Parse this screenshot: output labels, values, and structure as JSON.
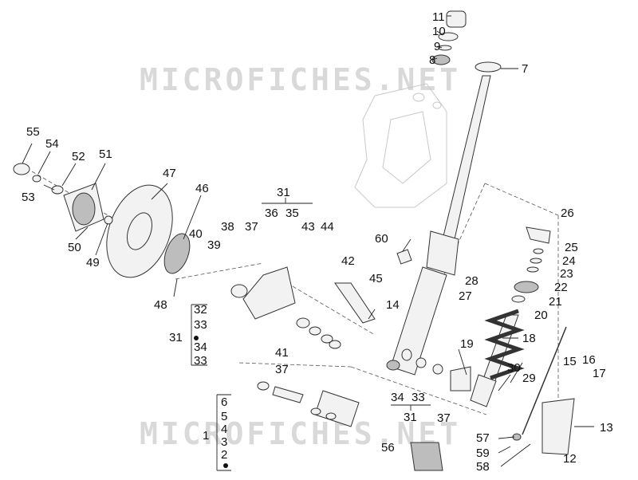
{
  "watermark": {
    "top": "MICROFICHES.NET",
    "bottom": "MICROFICHES.NET"
  },
  "callouts": [
    "1",
    "2",
    "3",
    "4",
    "5",
    "6",
    "7",
    "8",
    "9",
    "10",
    "11",
    "12",
    "13",
    "14",
    "15",
    "16",
    "17",
    "18",
    "19",
    "20",
    "21",
    "22",
    "23",
    "24",
    "25",
    "26",
    "27",
    "28",
    "29",
    "30",
    "31",
    "32",
    "33",
    "34",
    "35",
    "36",
    "37",
    "38",
    "39",
    "40",
    "41",
    "42",
    "43",
    "44",
    "45",
    "46",
    "47",
    "48",
    "49",
    "50",
    "51",
    "52",
    "53",
    "54",
    "55",
    "56",
    "57",
    "58",
    "59",
    "60"
  ],
  "groups": {
    "g31_top": "31",
    "g36": "36",
    "g35": "35",
    "g31_left": "31",
    "g32": "32",
    "g33a": "33",
    "g34": "34",
    "g33b": "33",
    "g34_bottom": "34",
    "g33_bottom": "33",
    "g31_bottom": "31",
    "g1": "1",
    "g6": "6",
    "g5": "5",
    "g4": "4",
    "g3": "3",
    "g2": "2"
  }
}
